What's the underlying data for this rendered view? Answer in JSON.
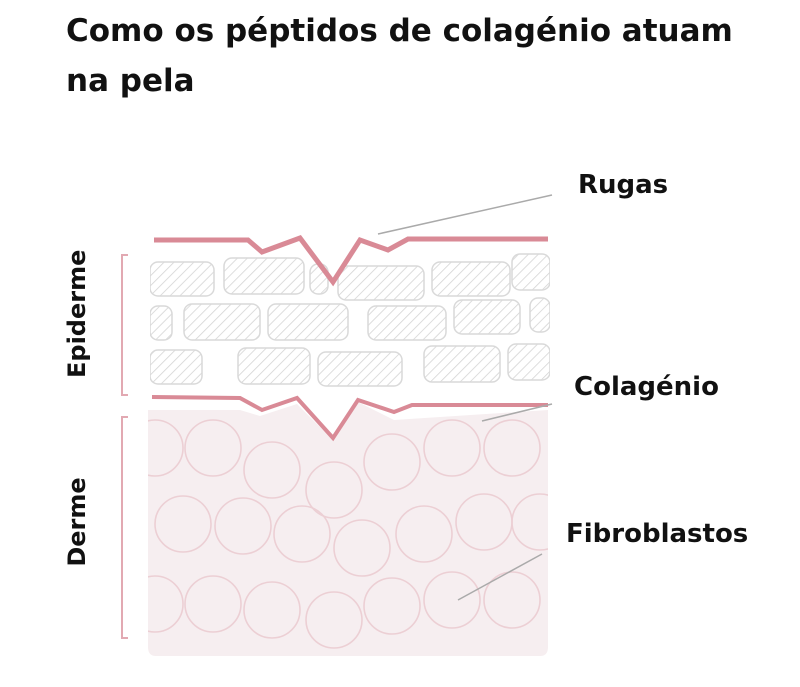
{
  "title": "Como os péptidos de colagénio atuam na pela",
  "labels": {
    "rugas": "Rugas",
    "colagenio": "Colagénio",
    "fibroblastos": "Fibroblastos",
    "epiderme": "Epiderme",
    "derme": "Derme"
  },
  "colors": {
    "skin_line": "#d98a96",
    "bracket": "#e2a9b2",
    "derme_fill": "#f6eef0",
    "circle_stroke": "#eccfd4",
    "cell_stroke": "#d9d9d9",
    "leader": "#aaaaaa"
  }
}
